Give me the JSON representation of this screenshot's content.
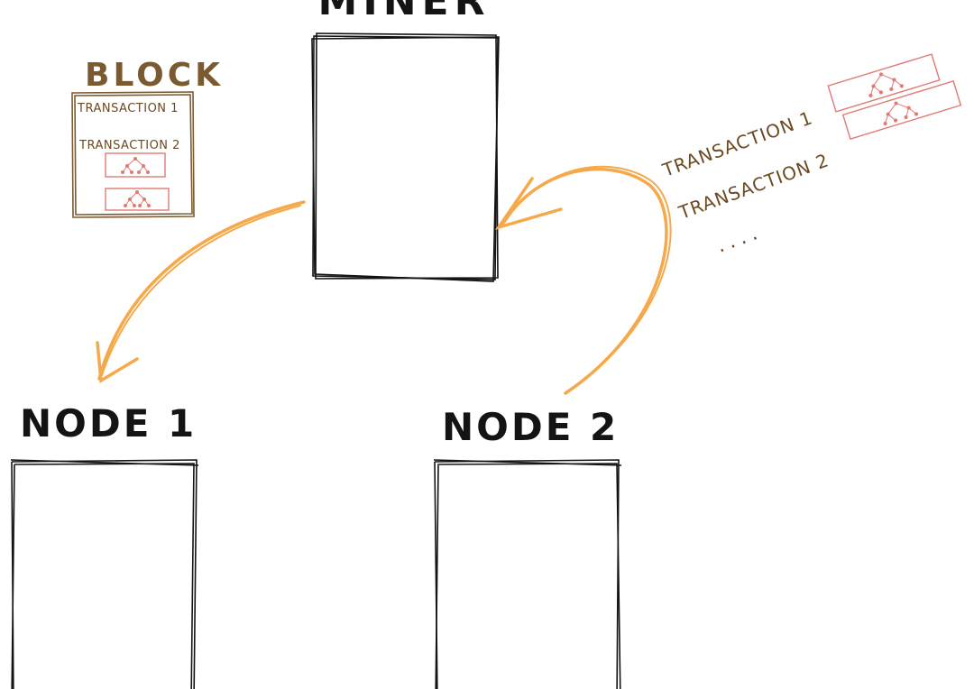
{
  "labels": {
    "miner": "MINER",
    "node1": "NODE 1",
    "node2": "NODE 2",
    "block_title": "BLOCK",
    "block_tx1": "TRANSACTION 1",
    "block_tx2": "TRANSACTION 2",
    "side_tx1": "TRANSACTION 1",
    "side_tx2": "TRANSACTION 2",
    "ellipsis": "...."
  },
  "colors": {
    "ink": "#141414",
    "block_brown": "#7a5a2e",
    "arrow_orange": "#f5a94a",
    "tx_red": "#e07a73",
    "text_brown": "#6b4a22"
  }
}
